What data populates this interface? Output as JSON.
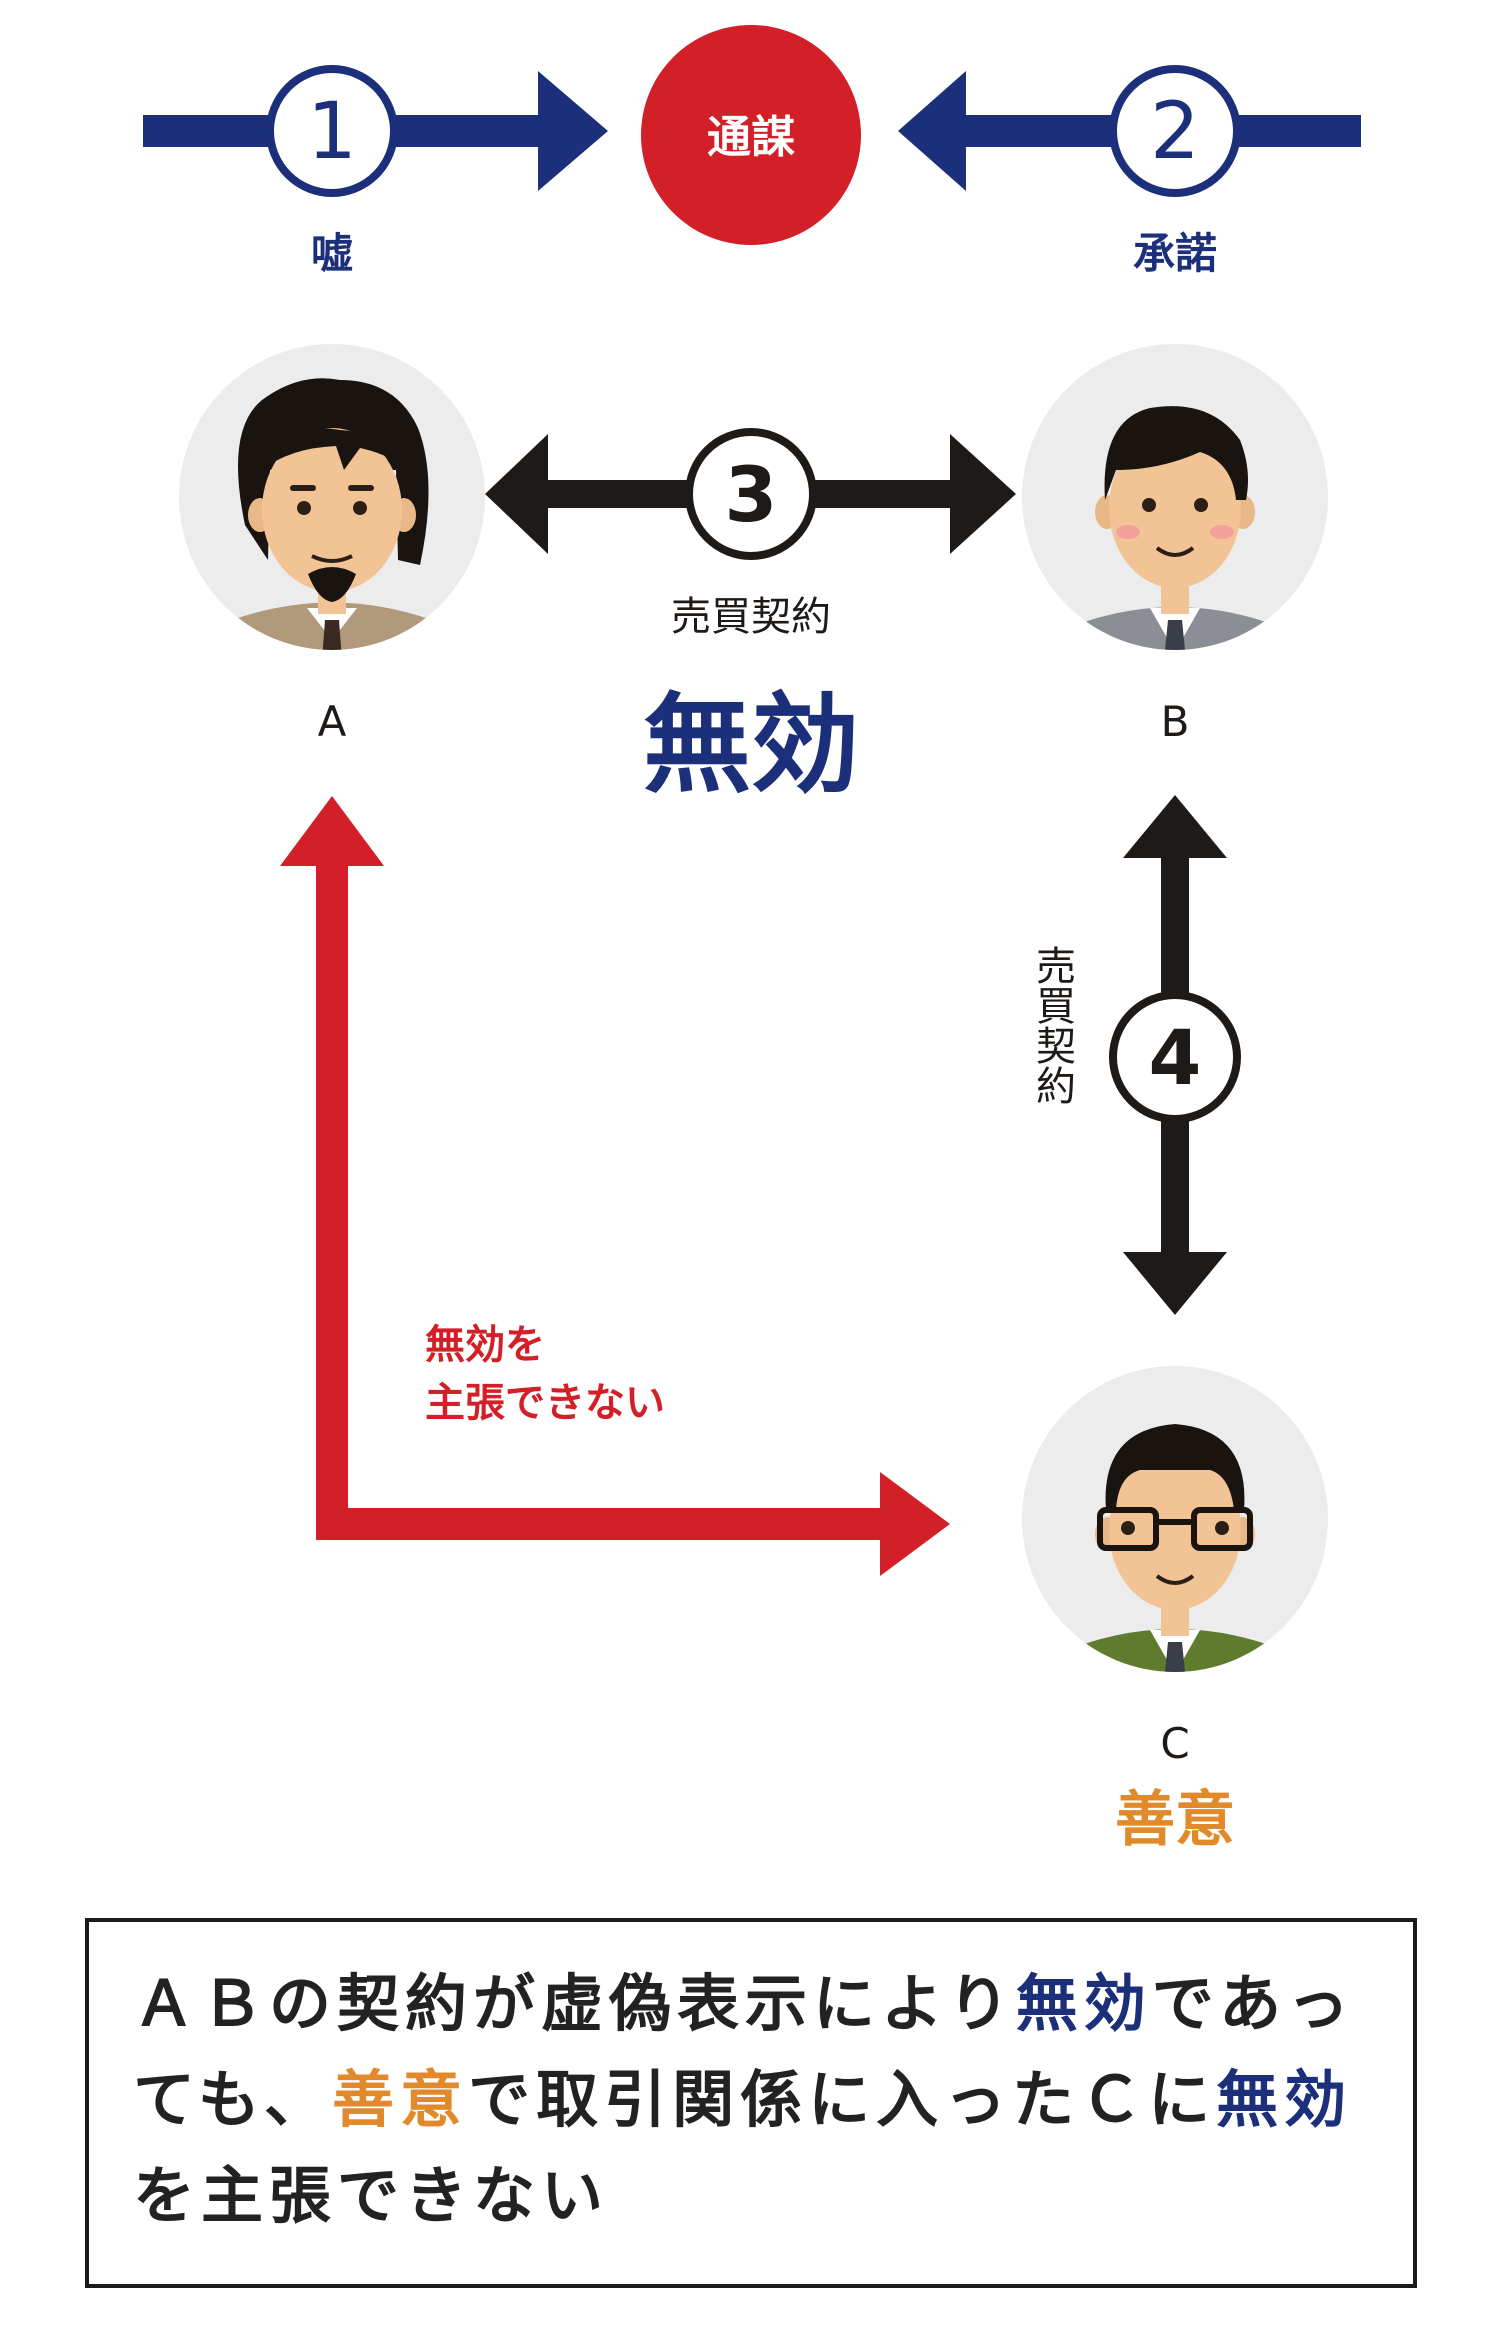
{
  "colors": {
    "navy": "#1c2f7a",
    "red": "#d31f27",
    "black": "#1e1a17",
    "orange": "#e08a2c",
    "avatar_bg": "#ececec"
  },
  "collusion": {
    "label": "通謀"
  },
  "steps": [
    {
      "number": "1",
      "label": "嘘"
    },
    {
      "number": "2",
      "label": "承諾"
    },
    {
      "number": "3",
      "label": "売買契約"
    },
    {
      "number": "4",
      "label": "売買契約"
    }
  ],
  "persons": {
    "a": {
      "label": "A",
      "icon": "person-long-hair-beard-icon"
    },
    "b": {
      "label": "B",
      "icon": "person-gray-suit-icon"
    },
    "c": {
      "label": "C",
      "icon": "person-glasses-icon"
    }
  },
  "status_invalid": "無効",
  "status_good_faith": "善意",
  "cannot_assert": {
    "line1": "無効を",
    "line2": "主張できない"
  },
  "caption": {
    "part1": "ＡＢの契約が虚偽表示により",
    "highlight1": "無効",
    "part2": "であっても、",
    "highlight2": "善意",
    "part3": "で取引関係に入ったＣに",
    "highlight3": "無効",
    "part4": "を主張できない"
  }
}
